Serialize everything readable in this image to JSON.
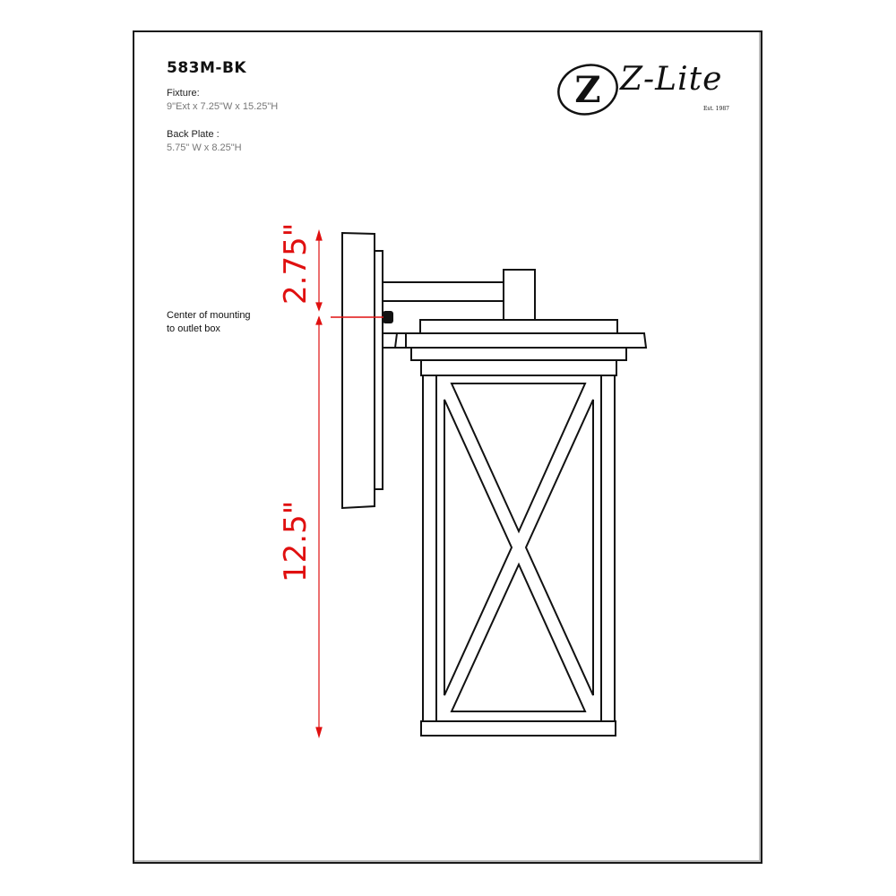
{
  "header": {
    "model": "583M-BK",
    "fixture_label": "Fixture:",
    "fixture_value": "9\"Ext x 7.25\"W x 15.25\"H",
    "backplate_label": "Back Plate :",
    "backplate_value": "5.75\" W x 8.25\"H"
  },
  "logo": {
    "monogram": "Z",
    "brand": "Z-Lite",
    "est": "Est. 1987"
  },
  "annotations": {
    "mounting_note_line1": "Center of mounting",
    "mounting_note_line2": "to outlet box",
    "dim_upper": "2.75\"",
    "dim_lower": "12.5\""
  },
  "colors": {
    "dimension": "#e01010",
    "line": "#111111",
    "secondary_text": "#777777"
  }
}
